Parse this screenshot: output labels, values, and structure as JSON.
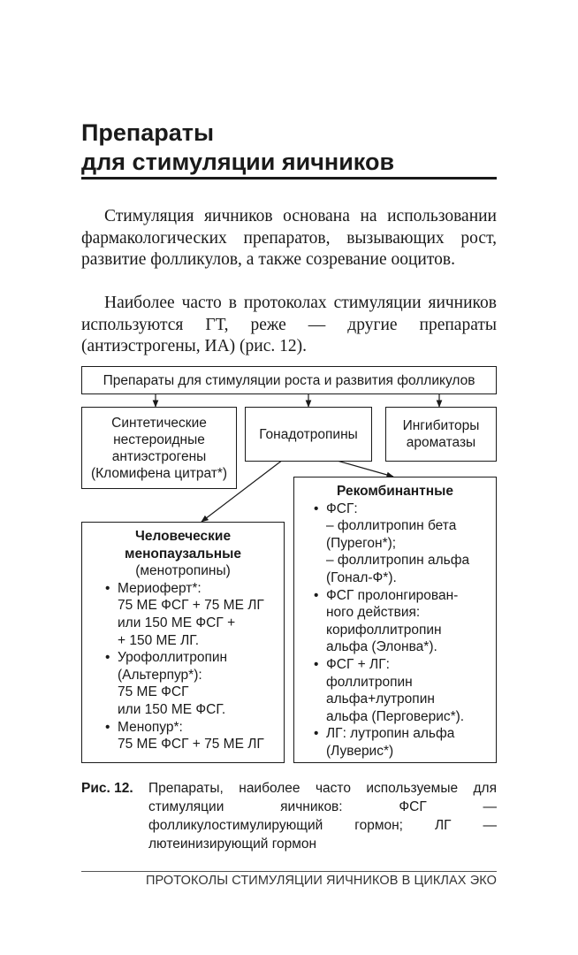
{
  "heading": {
    "line1": "Препараты",
    "line2": "для стимуляции яичников"
  },
  "paragraphs": [
    "Стимуляция яичников основана на использовании фармакологических препаратов, вызывающих рост, развитие фолликулов, а также созревание ооцитов.",
    "Наиболее часто в протоколах стимуляции яичников используются ГТ, реже — другие препараты (антиэстрогены, ИА) (рис. 12)."
  ],
  "diagram": {
    "top": "Препараты для стимуляции роста и развития фолликулов",
    "antiestrogens": "Синтетические\nнестероидные\nантиэстрогены\n(Кломифена цитрат*)",
    "gonadotropins": "Гонадотропины",
    "aromatase": "Ингибиторы\nароматазы",
    "human": {
      "title": "Человеческие\nменопаузальные",
      "subtitle": "(менотропины)",
      "items": [
        [
          "Мериоферт*:",
          "75 МЕ ФСГ + 75 МЕ ЛГ",
          "или 150 МЕ ФСГ +",
          "+ 150 МЕ ЛГ."
        ],
        [
          "Урофоллитропин",
          "(Альтерпур*):",
          "75 МЕ ФСГ",
          "или 150 МЕ ФСГ."
        ],
        [
          "Менопур*:",
          "75 МЕ ФСГ + 75 МЕ ЛГ"
        ]
      ]
    },
    "recombinant": {
      "title": "Рекомбинантные",
      "items": [
        [
          "ФСГ:",
          "– фоллитропин бета",
          "(Пурегон*);",
          "– фоллитропин альфа",
          "(Гонал-Ф*)."
        ],
        [
          "ФСГ пролонгирован-",
          "ного действия:",
          "корифоллитропин",
          "альфа (Элонва*)."
        ],
        [
          "ФСГ + ЛГ:",
          "фоллитропин",
          "альфа+лутропин",
          "альфа (Перговерис*)."
        ],
        [
          "ЛГ: лутропин альфа",
          "(Луверис*)"
        ]
      ]
    }
  },
  "caption": {
    "label": "Рис. 12.",
    "text": "Препараты, наиболее часто используемые для стимуляции яичников: ФСГ — фолликулостимулирующий гормон; ЛГ — лютеинизирующий гормон"
  },
  "footer": "ПРОТОКОЛЫ СТИМУЛЯЦИИ ЯИЧНИКОВ В ЦИКЛАХ ЭКО"
}
